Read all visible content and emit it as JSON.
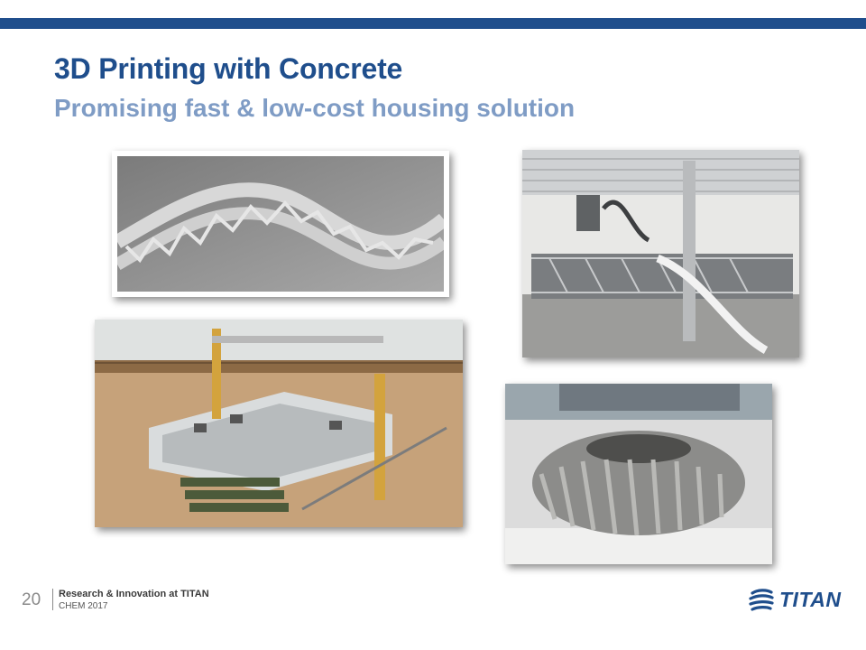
{
  "slide": {
    "title": "3D Printing with Concrete",
    "subtitle": "Promising fast & low-cost housing solution"
  },
  "footer": {
    "page_number": "20",
    "line1": "Research & Innovation at TITAN",
    "line2": "CHEM 2017",
    "logo_text": "TITAN"
  },
  "photos": [
    {
      "icon": "curved-truss-wall-image"
    },
    {
      "icon": "concrete-gantry-printer-image"
    },
    {
      "icon": "house-printing-render-image"
    },
    {
      "icon": "printed-radial-structure-image"
    }
  ],
  "colors": {
    "accent": "#1f4e8c",
    "subtitle": "#7f9cc5"
  }
}
